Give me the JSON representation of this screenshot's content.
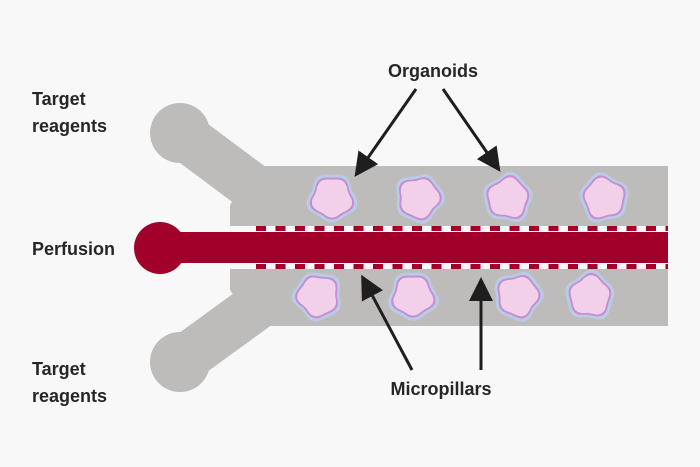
{
  "labels": {
    "target_reagents_top": [
      "Target",
      "reagents"
    ],
    "perfusion": "Perfusion",
    "target_reagents_bottom": [
      "Target",
      "reagents"
    ],
    "organoids": "Organoids",
    "micropillars": "Micropillars"
  },
  "colors": {
    "background": "#f8f8f8",
    "chamber": "#bdbcbb",
    "perfusion_channel": "#a0002a",
    "organoid_fill": "#f3d0ea",
    "organoid_ring": "#c48ed0",
    "organoid_outer": "#b9cbe6",
    "arrow": "#1e1e1e",
    "text": "#262626"
  },
  "organoids": {
    "top_row_count": 4,
    "bottom_row_count": 4
  }
}
